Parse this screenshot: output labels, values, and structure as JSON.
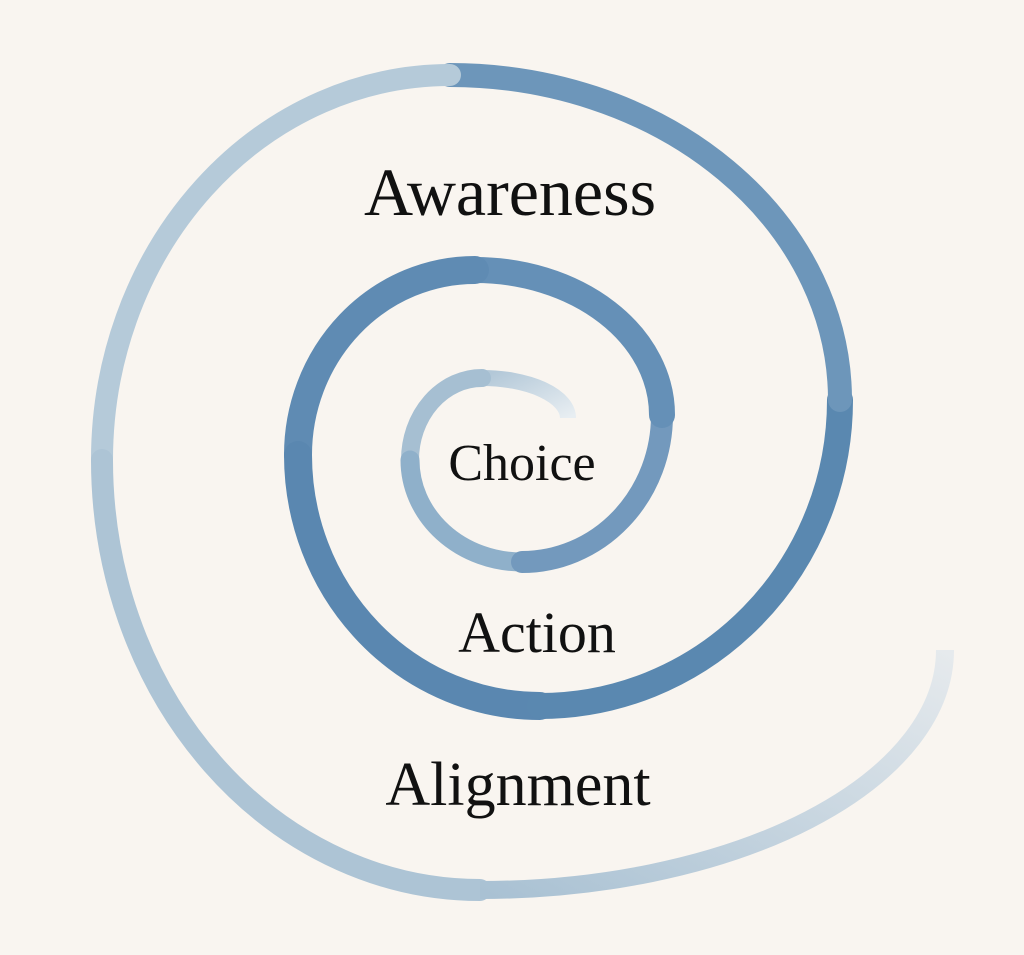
{
  "diagram": {
    "type": "spiral",
    "stages": [
      {
        "id": "choice",
        "label": "Choice"
      },
      {
        "id": "action",
        "label": "Action"
      },
      {
        "id": "alignment",
        "label": "Alignment"
      },
      {
        "id": "awareness",
        "label": "Awareness"
      }
    ],
    "colors": {
      "background": "#f9f5f0",
      "spiral_dark": "#5885ad",
      "spiral_light": "#b9cedb",
      "text": "#111111"
    }
  }
}
